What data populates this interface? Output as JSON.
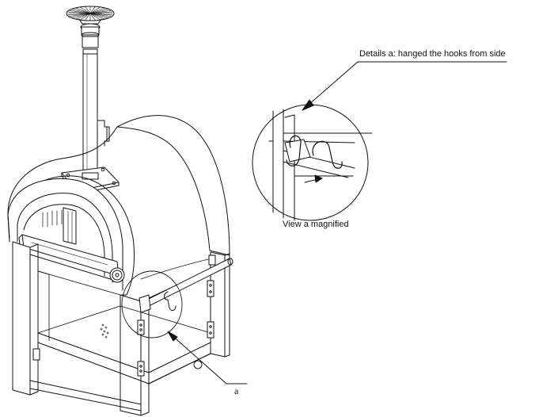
{
  "labels": {
    "callout": "Details a: hanged the hooks from side",
    "magnified_caption": "View a magnified",
    "detail_marker": "a"
  },
  "colors": {
    "line": "#111111",
    "background": "#ffffff"
  }
}
